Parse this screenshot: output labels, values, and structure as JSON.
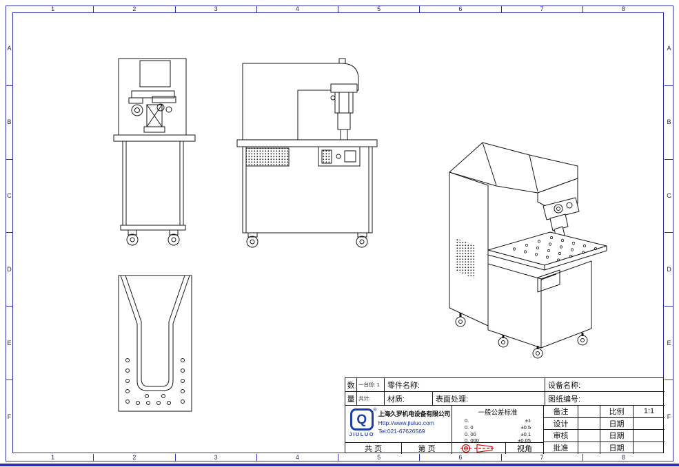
{
  "frame": {
    "top_ruler": [
      "1",
      "2",
      "3",
      "4",
      "5",
      "6",
      "7",
      "8"
    ],
    "bottom_ruler": [
      "1",
      "2",
      "3",
      "4",
      "5",
      "6",
      "7",
      "8"
    ],
    "left_ruler": [
      "A",
      "B",
      "C",
      "D",
      "E",
      "F"
    ],
    "right_ruler": [
      "A",
      "B",
      "C",
      "D",
      "E",
      "F"
    ]
  },
  "title_block": {
    "qty": {
      "char_top": "数",
      "char_bottom": "量",
      "per_unit": "一台份: 1",
      "total": "共计:"
    },
    "labels": {
      "part_name": "零件名称:",
      "equipment_name": "设备名称:",
      "material": "材质:",
      "surface": "表面处理:",
      "drawing_no": "图纸编号:"
    },
    "company": {
      "logo_glyph": "Q",
      "reg_mark": "®",
      "logo_caption": "JIULUO",
      "name": "上海久罗机电设备有限公司",
      "website": "Http://www.jiuluo.com",
      "tel": "Tel:021-67626569"
    },
    "tolerance": {
      "title": "一般公差标准",
      "rows": [
        {
          "digits": "0.",
          "tol": "±1"
        },
        {
          "digits": "0. 0",
          "tol": "±0.5"
        },
        {
          "digits": "0. 00",
          "tol": "±0.1"
        },
        {
          "digits": "0. 000",
          "tol": "±0.05"
        }
      ]
    },
    "approval": {
      "rows": [
        {
          "label": "备注",
          "value": "",
          "label2": "比例",
          "value2": "1:1"
        },
        {
          "label": "设计",
          "value": "",
          "label2": "日期",
          "value2": ""
        },
        {
          "label": "审核",
          "value": "",
          "label2": "日期",
          "value2": ""
        },
        {
          "label": "批准",
          "value": "",
          "label2": "日期",
          "value2": ""
        }
      ]
    },
    "footer": {
      "pages_total": "共  页",
      "page_no": "第  页",
      "view_angle": "视角"
    }
  }
}
